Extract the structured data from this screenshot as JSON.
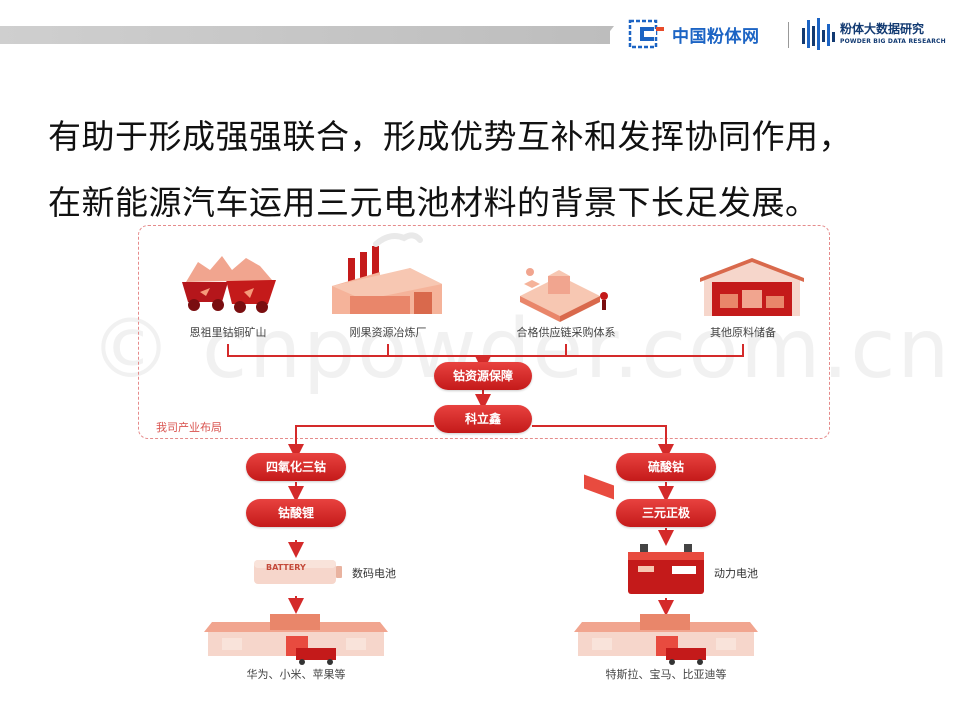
{
  "header": {
    "logo1_text": "中国粉体网",
    "logo2_title": "粉体大数据研究",
    "logo2_sub": "POWDER BIG DATA RESEARCH"
  },
  "headline": {
    "line1": "有助于形成强强联合，形成优势互补和发挥协同作用，",
    "line2": "在新能源汽车运用三元电池材料的背景下长足发展。"
  },
  "diagram": {
    "box_label": "我司产业布局",
    "sources": [
      "恩祖里钴铜矿山",
      "刚果资源冶炼厂",
      "合格供应链采购体系",
      "其他原料储备"
    ],
    "flow_main": [
      "钴资源保障",
      "科立鑫"
    ],
    "left_branch": [
      "四氧化三钴",
      "钴酸锂"
    ],
    "right_branch": [
      "硫酸钴",
      "三元正极"
    ],
    "left_product": "数码电池",
    "right_product": "动力电池",
    "battery_text": "BATTERY",
    "left_customers": "华为、小米、苹果等",
    "right_customers": "特斯拉、宝马、比亚迪等"
  },
  "watermark": "© cnpowder.com.cn",
  "colors": {
    "accent": "#d42a2a",
    "brand_blue": "#1c64c4",
    "navy": "#123a72"
  }
}
